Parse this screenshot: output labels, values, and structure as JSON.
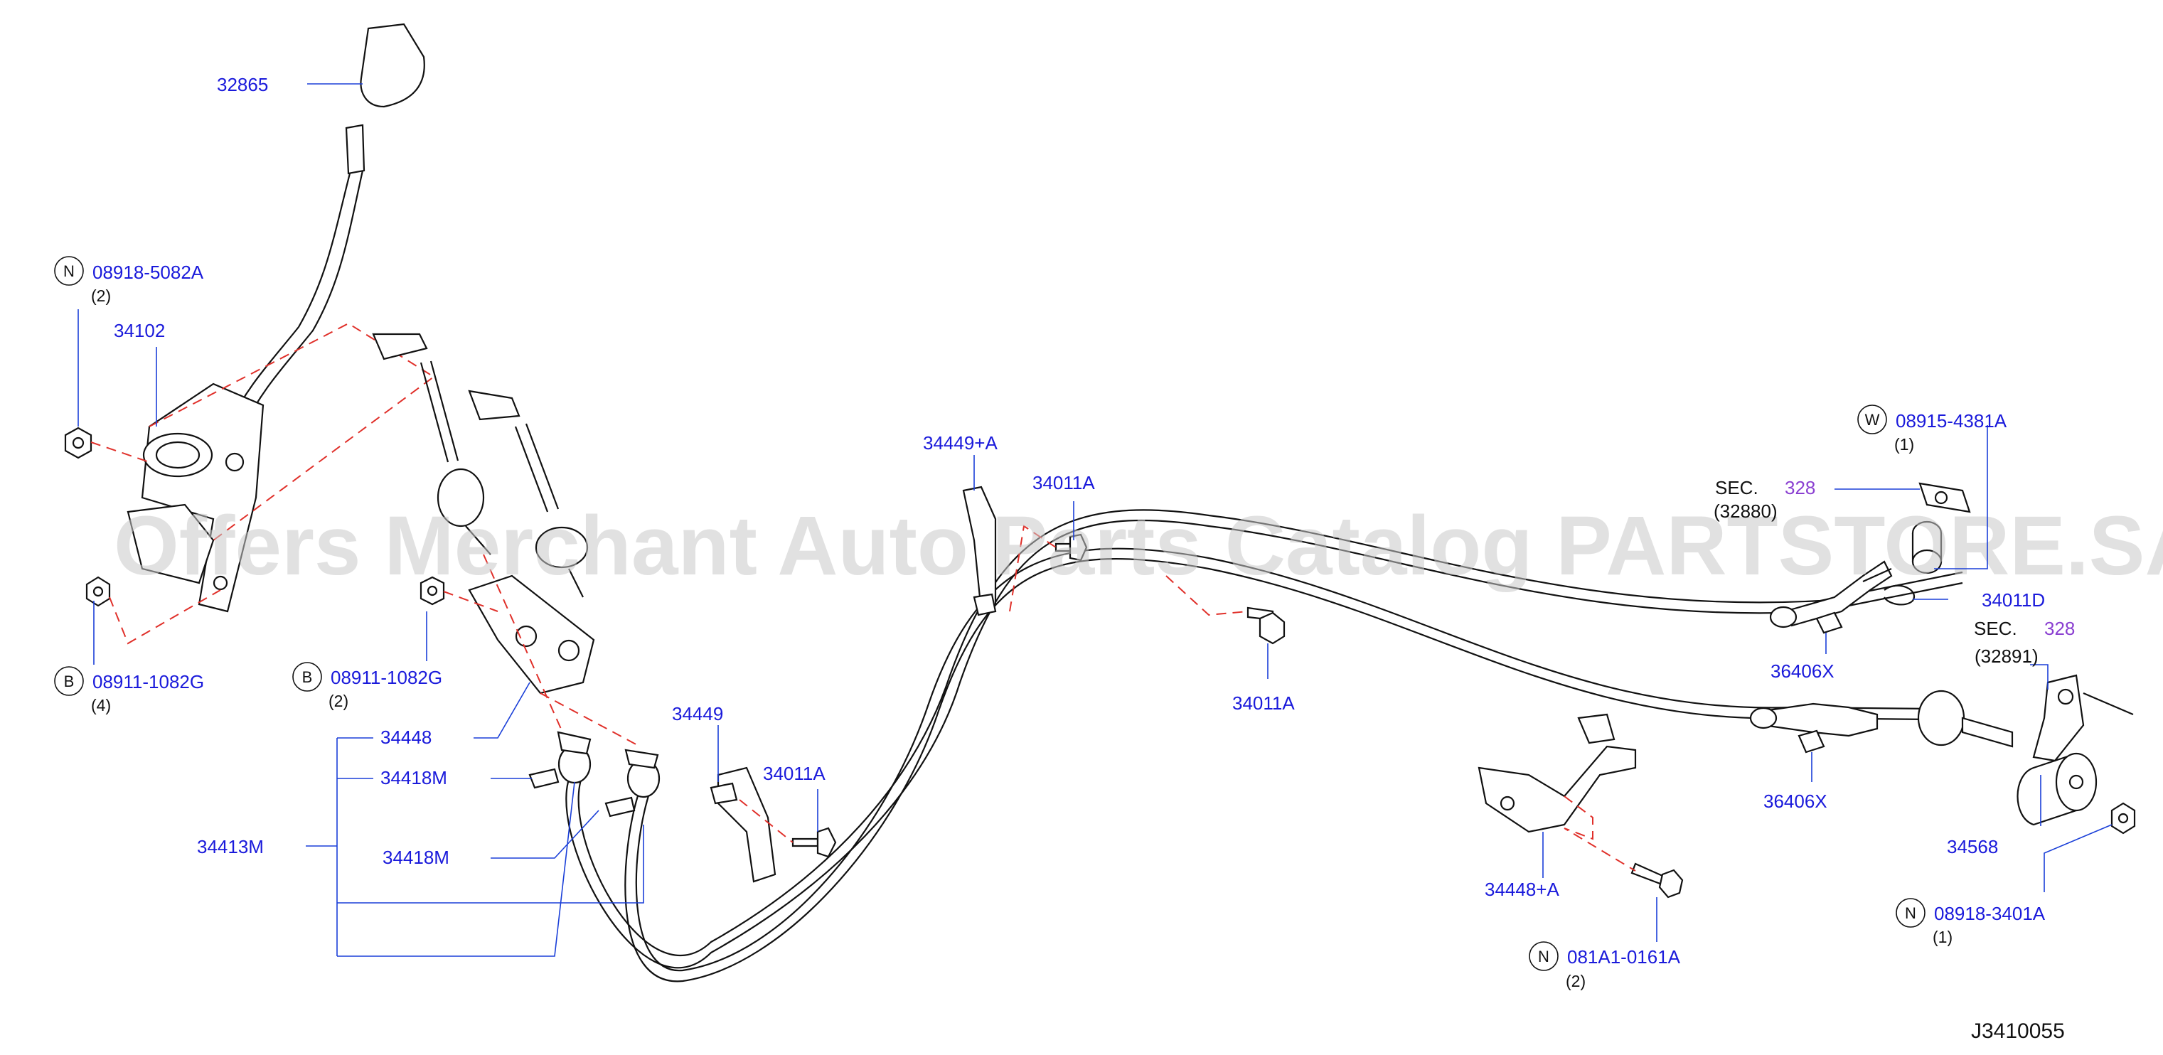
{
  "colors": {
    "label": "#1a1adb",
    "sec_ref": "#8a3fd1",
    "leader": "#1a3fd8",
    "dashed_line": "#e0302a",
    "watermark": "#c9c9c9"
  },
  "watermark": "Offers Merchant Auto Parts Catalog PARTSTORE.SA",
  "diagram_id": "J3410055",
  "parts": {
    "p32865": "32865",
    "p08918_5082A": {
      "badge": "N",
      "number": "08918-5082A",
      "qty": "(2)"
    },
    "p34102": "34102",
    "p08911_1082G_left": {
      "badge": "B",
      "number": "08911-1082G",
      "qty": "(4)"
    },
    "p08911_1082G_mid": {
      "badge": "B",
      "number": "08911-1082G",
      "qty": "(2)"
    },
    "p34448": "34448",
    "p34418M_a": "34418M",
    "p34418M_b": "34418M",
    "p34413M": "34413M",
    "p34449": "34449",
    "p34011A_lower": "34011A",
    "p34449A": "34449+A",
    "p34011A_top": "34011A",
    "p34011A_right": "34011A",
    "p34448A": "34448+A",
    "p081A1_0161A": {
      "badge": "N",
      "number": "081A1-0161A",
      "qty": "(2)"
    },
    "p36406X_a": "36406X",
    "p36406X_b": "36406X",
    "p08915_4381A": {
      "badge": "W",
      "number": "08915-4381A",
      "qty": "(1)"
    },
    "sec_32880": {
      "prefix": "SEC.",
      "number": "328",
      "ref": "(32880)"
    },
    "p34011D": "34011D",
    "sec_32891": {
      "prefix": "SEC.",
      "number": "328",
      "ref": "(32891)"
    },
    "p34568": "34568",
    "p08918_3401A": {
      "badge": "N",
      "number": "08918-3401A",
      "qty": "(1)"
    }
  }
}
